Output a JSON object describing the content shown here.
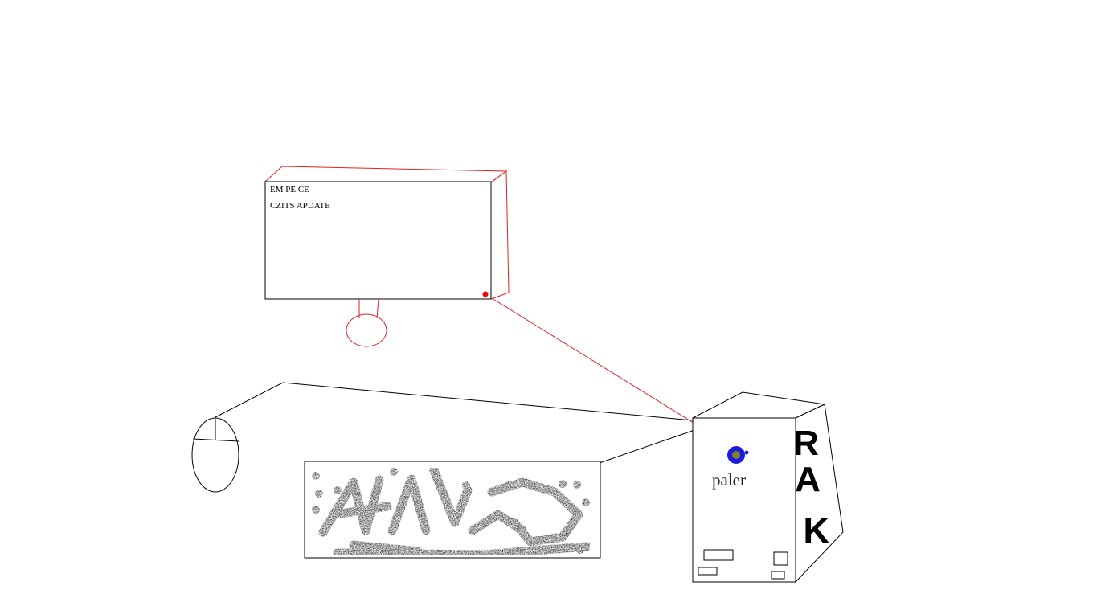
{
  "monitor": {
    "screen_lines": [
      "EM PE CE",
      "CZITS APDATE"
    ],
    "frame_color": "#e02020",
    "power_led_color": "#ff0000"
  },
  "tower": {
    "label": "paler",
    "side_letters": [
      "R",
      "A",
      "K"
    ],
    "logo_colors": [
      "#1a1ae0",
      "#808020"
    ]
  },
  "icons": {
    "mouse": "mouse-icon",
    "keyboard": "keyboard-icon",
    "monitor": "monitor-icon",
    "tower": "pc-tower-icon"
  }
}
